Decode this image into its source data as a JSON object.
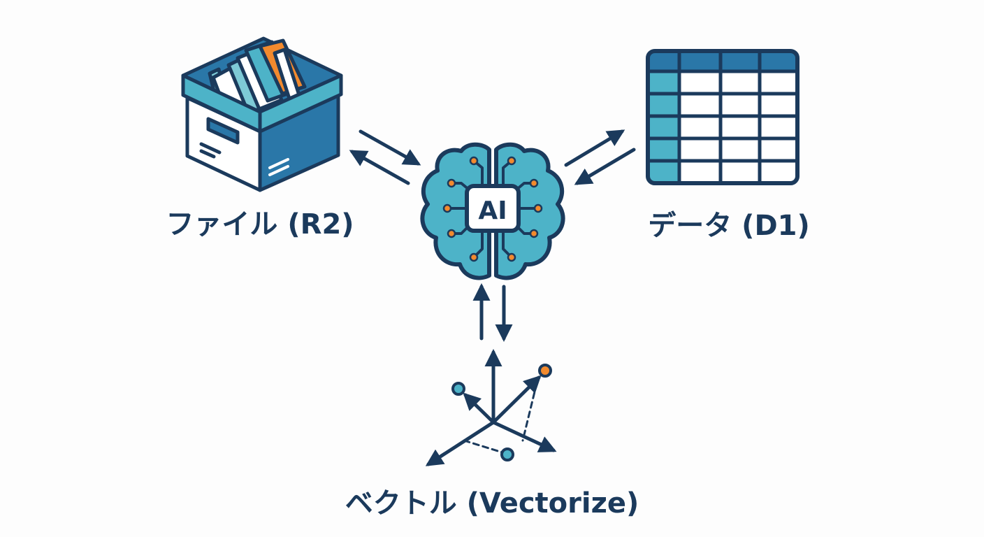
{
  "nodes": {
    "center": {
      "text": "AI",
      "icon": "ai-brain-icon"
    },
    "files": {
      "label": "ファイル (R2)",
      "icon": "file-box-icon"
    },
    "data": {
      "label": "データ (D1)",
      "icon": "table-icon"
    },
    "vector": {
      "label": "ベクトル (Vectorize)",
      "icon": "vector-axes-icon"
    }
  },
  "colors": {
    "navy": "#1b3a5c",
    "blue": "#2f86b8",
    "teal": "#4db3c8",
    "light_teal": "#7ecad6",
    "orange": "#f28a2e",
    "background": "#fdfdfd"
  }
}
